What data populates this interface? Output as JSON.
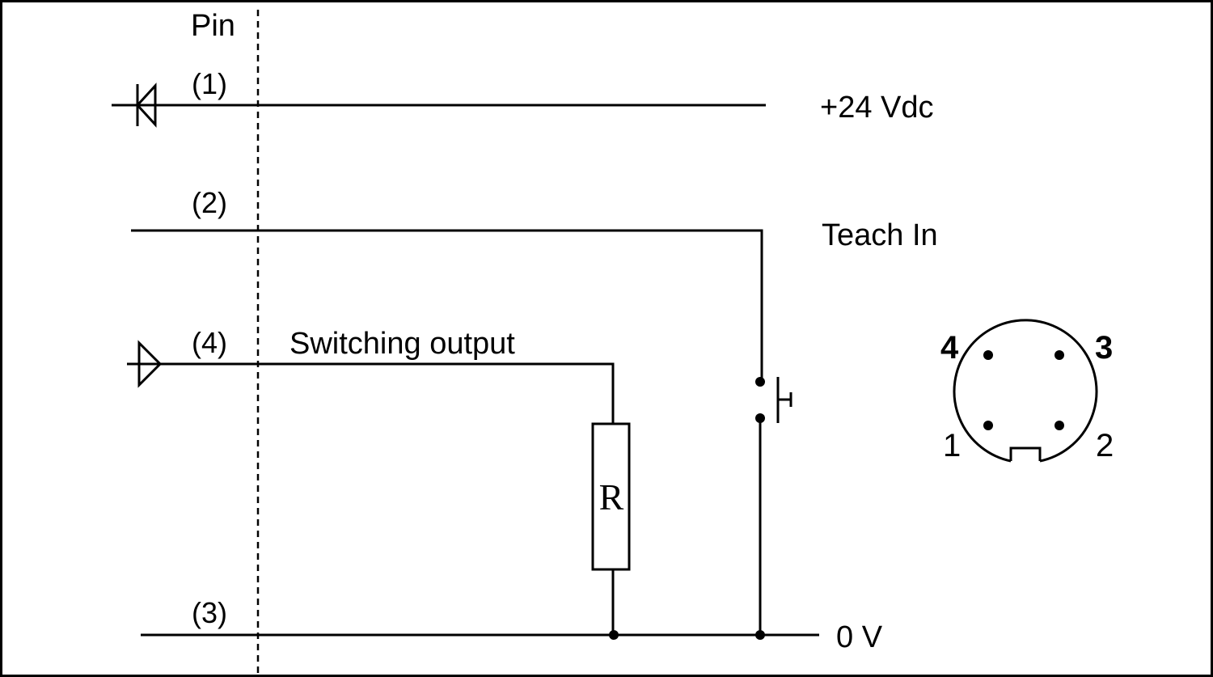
{
  "header": {
    "pin_column_label": "Pin"
  },
  "pins": {
    "pin1": "(1)",
    "pin2": "(2)",
    "pin4": "(4)",
    "pin3": "(3)"
  },
  "signals": {
    "supply": "+24 Vdc",
    "teach": "Teach In",
    "output": "Switching output",
    "ground": "0 V"
  },
  "resistor": {
    "label": "R"
  },
  "connector": {
    "n4": "4",
    "n3": "3",
    "n1": "1",
    "n2": "2"
  }
}
